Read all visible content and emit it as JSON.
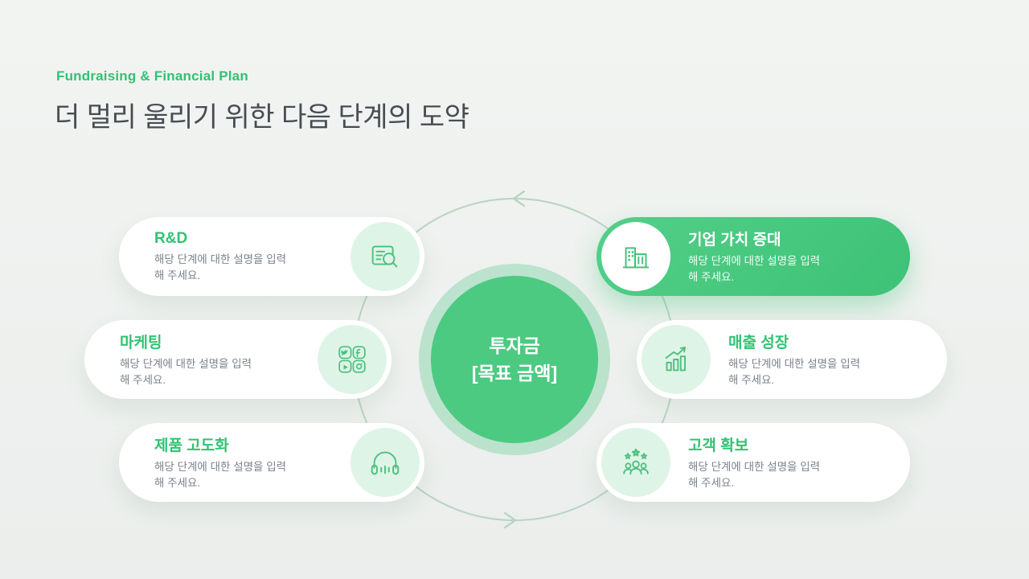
{
  "slide": {
    "eyebrow": "Fundraising & Financial Plan",
    "title": "더 멀리 울리기 위한 다음 단계의 도약"
  },
  "center": {
    "line1": "투자금",
    "line2": "[목표 금액]"
  },
  "cards": {
    "left": [
      {
        "title": "R&D",
        "desc_line1": "해당 단계에 대한 설명을 입력",
        "desc_line2": "해 주세요.",
        "icon": "document-search-icon"
      },
      {
        "title": "마케팅",
        "desc_line1": "해당 단계에 대한 설명을 입력",
        "desc_line2": "해 주세요.",
        "icon": "social-media-icon"
      },
      {
        "title": "제품 고도화",
        "desc_line1": "해당 단계에 대한 설명을 입력",
        "desc_line2": "해 주세요.",
        "icon": "headphones-icon"
      }
    ],
    "right": [
      {
        "title": "기업 가치 증대",
        "desc_line1": "해당 단계에 대한 설명을 입력",
        "desc_line2": "해 주세요.",
        "icon": "buildings-icon",
        "highlighted": true
      },
      {
        "title": "매출 성장",
        "desc_line1": "해당 단계에 대한 설명을 입력",
        "desc_line2": "해 주세요.",
        "icon": "growth-chart-icon",
        "highlighted": false
      },
      {
        "title": "고객 확보",
        "desc_line1": "해당 단계에 대한 설명을 입력",
        "desc_line2": "해 주세요.",
        "icon": "people-stars-icon",
        "highlighted": false
      }
    ]
  },
  "colors": {
    "accent_green": "#2fc372",
    "highlight_card": "#47c980",
    "center_circle": "#4cca81",
    "halo": "#b5e3c8",
    "ring_line": "#b9d4c2",
    "icon_circle_bg": "#def4e7",
    "background": "#eef0ee",
    "title_text": "#474d53",
    "desc_text": "#7b828b"
  }
}
